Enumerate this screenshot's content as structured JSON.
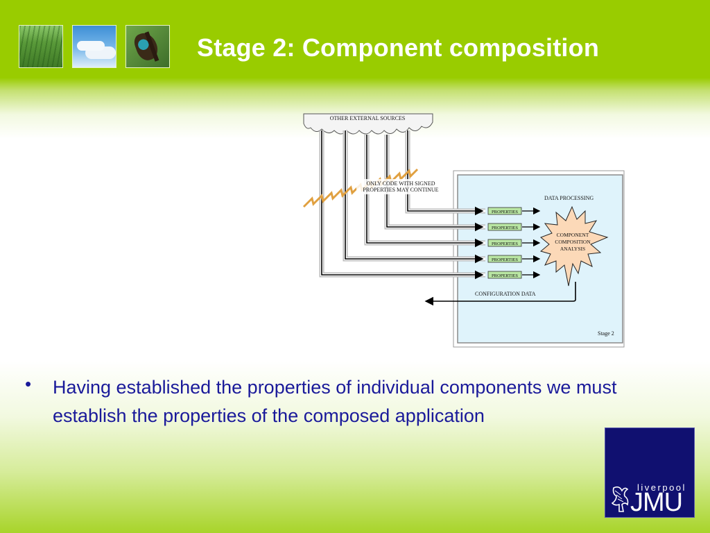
{
  "slide": {
    "title": "Stage 2: Component composition",
    "bullet": "Having established the properties of individual components we must establish the properties of the composed application"
  },
  "diagram": {
    "cloud_label": "OTHER EXTERNAL SOURCES",
    "filter_label_line1": "ONLY CODE WITH SIGNED",
    "filter_label_line2": "PROPERTIES MAY CONTINUE",
    "process_label": "DATA PROCESSING",
    "property_tags": [
      "PROPERTIES",
      "PROPERTIES",
      "PROPERTIES",
      "PROPERTIES",
      "PROPERTIES"
    ],
    "analysis_line1": "COMPONENT",
    "analysis_line2": "COMPOSITION",
    "analysis_line3": "ANALYSIS",
    "config_label": "CONFIGURATION DATA",
    "stage_label": "Stage 2"
  },
  "logo": {
    "small_text": "liverpool",
    "large_text": "JMU"
  },
  "colors": {
    "header_green": "#99cc00",
    "bullet_blue": "#1a1a9a",
    "logo_navy": "#101070",
    "panel_blue": "#dff3fb",
    "tag_green": "#b9e6a3",
    "burst_peach": "#fcd9b8",
    "zigzag_orange": "#f0c070"
  },
  "icons": {
    "thumbnails": [
      "grass-photo",
      "sky-photo",
      "butterfly-photo"
    ],
    "logo_mark": "liver-bird-icon"
  }
}
